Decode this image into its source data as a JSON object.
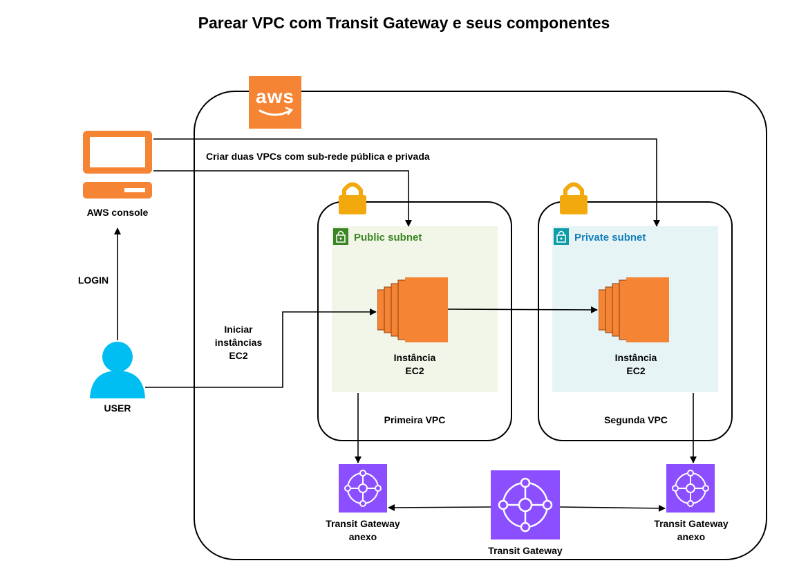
{
  "title": "Parear VPC com Transit Gateway e seus componentes",
  "aws_logo_text": "aws",
  "console": {
    "label": "AWS console"
  },
  "user": {
    "label": "USER"
  },
  "edges": {
    "login": "LOGIN",
    "create_vpcs": "Criar duas VPCs com sub-rede pública e privada",
    "start_instances_line1": "Iniciar",
    "start_instances_line2": "instâncias",
    "start_instances_line3": "EC2"
  },
  "vpc1": {
    "label": "Primeira VPC",
    "subnet_label": "Public subnet",
    "instance_line1": "Instância",
    "instance_line2": "EC2"
  },
  "vpc2": {
    "label": "Segunda VPC",
    "subnet_label": "Private subnet",
    "instance_line1": "Instância",
    "instance_line2": "EC2"
  },
  "tgw_attach_left": {
    "line1": "Transit Gateway",
    "line2": "anexo"
  },
  "tgw_attach_right": {
    "line1": "Transit Gateway",
    "line2": "anexo"
  },
  "tgw": {
    "label": "Transit Gateway"
  },
  "colors": {
    "aws_orange": "#F58534",
    "ec2_orange": "#F58534",
    "tgw_purple": "#8C4FFF",
    "lock_gold": "#F2A90D",
    "public_green": "#3B8624",
    "private_teal": "#147EBA",
    "user_blue": "#00BEF2"
  }
}
